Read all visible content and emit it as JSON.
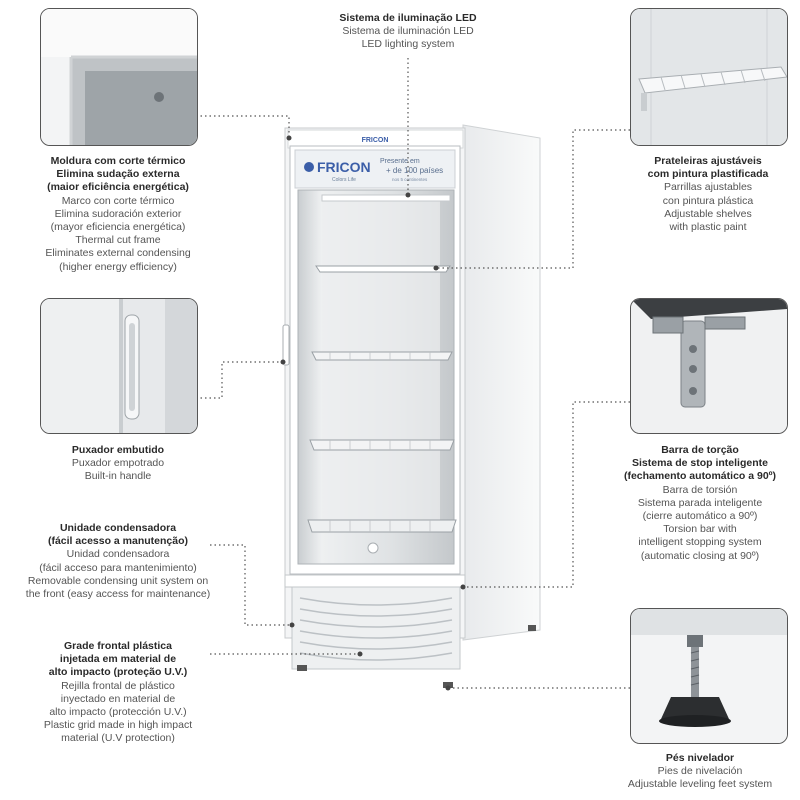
{
  "brand": {
    "logo_text": "FRICON",
    "logo_sub": "Colors Life",
    "top_badge": "FRICON"
  },
  "header_panel": {
    "line1": "Presente em",
    "line2": "+ de 100 países",
    "line3": "nos 5 continentes"
  },
  "features": {
    "led": {
      "title": [
        "Sistema de iluminação LED"
      ],
      "lines": [
        "Sistema de iluminación LED",
        "LED lighting system"
      ]
    },
    "frame": {
      "title": [
        "Moldura com corte térmico",
        "Elimina sudação externa",
        "(maior eficiência energética)"
      ],
      "lines": [
        "Marco con corte térmico",
        "Elimina sudoración exterior",
        "(mayor eficiencia energética)",
        "Thermal cut frame",
        "Eliminates external condensing",
        "(higher energy efficiency)"
      ]
    },
    "shelves": {
      "title": [
        "Prateleiras ajustáveis",
        "com pintura plastificada"
      ],
      "lines": [
        "Parrillas ajustables",
        "con pintura plástica",
        "Adjustable shelves",
        "with plastic paint"
      ]
    },
    "handle": {
      "title": [
        "Puxador embutido"
      ],
      "lines": [
        "Puxador empotrado",
        "Built-in handle"
      ]
    },
    "torsion": {
      "title": [
        "Barra de torção",
        "Sistema de stop inteligente",
        "(fechamento automático a 90º)"
      ],
      "lines": [
        "Barra de torsión",
        "Sistema parada inteligente",
        "(cierre automático a 90º)",
        "Torsion bar with",
        "intelligent stopping system",
        "(automatic closing at 90º)"
      ]
    },
    "condenser": {
      "title": [
        "Unidade condensadora",
        "(fácil acesso a manutenção)"
      ],
      "lines": [
        "Unidad condensadora",
        "(fácil acceso para mantenimiento)",
        "Removable condensing unit system on",
        "the front (easy access for maintenance)"
      ]
    },
    "grille": {
      "title": [
        "Grade frontal plástica",
        "injetada em material de",
        "alto impacto (proteção U.V.)"
      ],
      "lines": [
        "Rejilla frontal de plástico",
        "inyectado en material de",
        "alto impacto (protección U.V.)",
        "Plastic grid made in high impact",
        "material (U.V protection)"
      ]
    },
    "feet": {
      "title": [
        "Pés nivelador"
      ],
      "lines": [
        "Pies de nivelación",
        "Adjustable leveling feet system"
      ]
    }
  },
  "colors": {
    "leader": "#555555",
    "cabinet": "#f4f5f6",
    "glass": "#d9dcde",
    "brand_blue": "#3b5ea8"
  }
}
